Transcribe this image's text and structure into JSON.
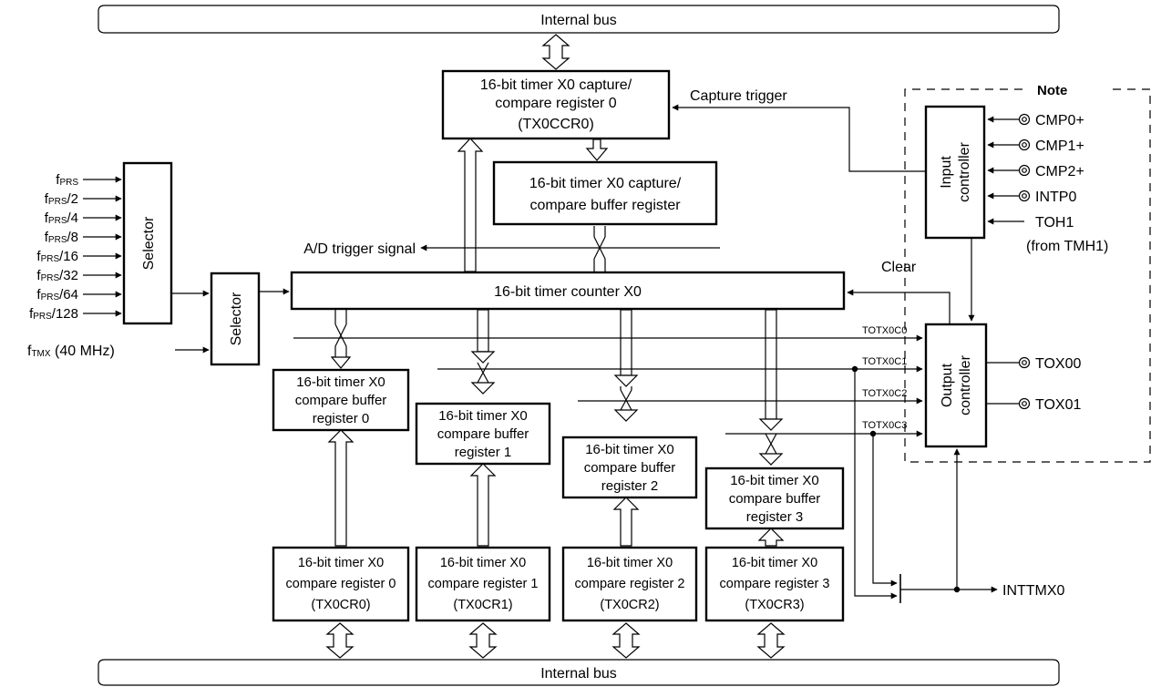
{
  "internal_bus_top": "Internal bus",
  "internal_bus_bottom": "Internal bus",
  "capture_register": [
    "16-bit timer X0 capture/",
    "compare register 0",
    "(TX0CCR0)"
  ],
  "capture_buffer": [
    "16-bit timer X0 capture/",
    "compare buffer register"
  ],
  "capture_trigger": "Capture trigger",
  "note": "Note",
  "ad_trigger": "A/D trigger signal",
  "counter": "16-bit timer counter X0",
  "clear": "Clear",
  "selector1": "Selector",
  "selector2": "Selector",
  "clock_inputs": [
    {
      "main": "f",
      "sub": "PRS",
      "suffix": ""
    },
    {
      "main": "f",
      "sub": "PRS",
      "suffix": "/2"
    },
    {
      "main": "f",
      "sub": "PRS",
      "suffix": "/4"
    },
    {
      "main": "f",
      "sub": "PRS",
      "suffix": "/8"
    },
    {
      "main": "f",
      "sub": "PRS",
      "suffix": "/16"
    },
    {
      "main": "f",
      "sub": "PRS",
      "suffix": "/32"
    },
    {
      "main": "f",
      "sub": "PRS",
      "suffix": "/64"
    },
    {
      "main": "f",
      "sub": "PRS",
      "suffix": "/128"
    }
  ],
  "tmx_clock": {
    "main": "f",
    "sub": "TMX",
    "suffix": " (40 MHz)"
  },
  "input_controller": [
    "Input",
    "controller"
  ],
  "output_controller": [
    "Output",
    "controller"
  ],
  "input_pins": [
    "CMP0+",
    "CMP1+",
    "CMP2+",
    "INTP0"
  ],
  "toh1": [
    "TOH1",
    "(from TMH1)"
  ],
  "output_pins": [
    "TOX00",
    "TOX01"
  ],
  "signals": [
    "TOTX0C0",
    "TOTX0C1",
    "TOTX0C2",
    "TOTX0C3"
  ],
  "interrupt": "INTTMX0",
  "buffer_registers": [
    [
      "16-bit timer X0",
      "compare buffer",
      "register 0"
    ],
    [
      "16-bit timer X0",
      "compare buffer",
      "register 1"
    ],
    [
      "16-bit timer X0",
      "compare buffer",
      "register 2"
    ],
    [
      "16-bit timer X0",
      "compare buffer",
      "register 3"
    ]
  ],
  "compare_registers": [
    [
      "16-bit timer X0",
      "compare register 0",
      "(TX0CR0)"
    ],
    [
      "16-bit timer X0",
      "compare register 1",
      "(TX0CR1)"
    ],
    [
      "16-bit timer X0",
      "compare register 2",
      "(TX0CR2)"
    ],
    [
      "16-bit timer X0",
      "compare register 3",
      "(TX0CR3)"
    ]
  ]
}
